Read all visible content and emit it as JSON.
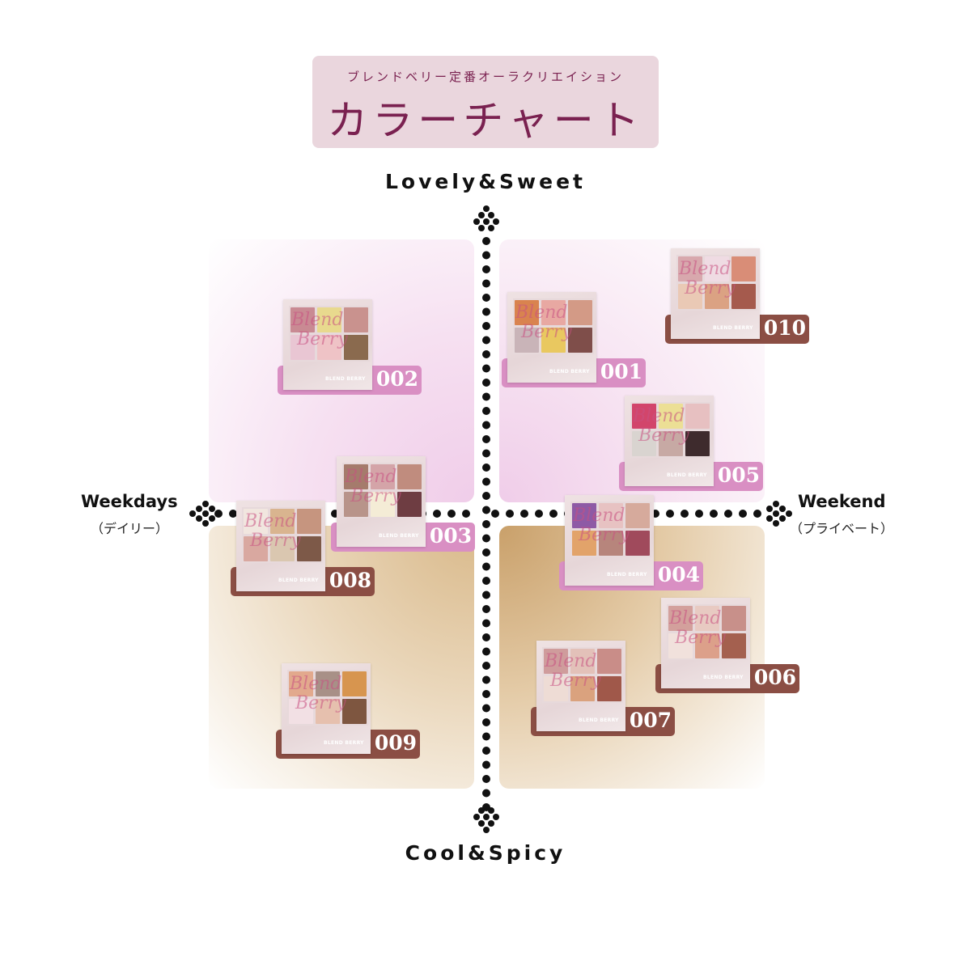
{
  "header": {
    "subtitle": "ブレンドベリー定番オーラクリエイション",
    "title": "カラーチャート"
  },
  "axes": {
    "top": "Lovely&Sweet",
    "bottom": "Cool&Spicy",
    "left": "Weekdays",
    "left_sub": "（デイリー）",
    "right": "Weekend",
    "right_sub": "（プライベート）"
  },
  "brand": "BLEND BERRY",
  "script_text": [
    "Blend",
    "Berry"
  ],
  "colors": {
    "tag_pink": "#d98fc3",
    "tag_brown": "#8b4e44",
    "title_text": "#7a2150",
    "title_bg": "#ead6dd"
  },
  "palettes": [
    {
      "code": "002",
      "tag": "pink",
      "swatches": [
        "#c98a93",
        "#e8d98e",
        "#c9928e",
        "#e9c6d3",
        "#efc3c6",
        "#8a6a4e"
      ]
    },
    {
      "code": "001",
      "tag": "pink",
      "swatches": [
        "#d9834f",
        "#e8a8a2",
        "#d39a86",
        "#c9b4b8",
        "#e9c860",
        "#7f4e4a"
      ]
    },
    {
      "code": "010",
      "tag": "brown",
      "swatches": [
        "#d8a8ad",
        "#efdbe3",
        "#d98d77",
        "#eac9b5",
        "#dba283",
        "#a55a4d"
      ]
    },
    {
      "code": "005",
      "tag": "pink",
      "swatches": [
        "#d2456b",
        "#ecdf95",
        "#e7c0c1",
        "#d9d4d0",
        "#c7a9a4",
        "#3e2b2d"
      ]
    },
    {
      "code": "003",
      "tag": "pink",
      "swatches": [
        "#a57b6c",
        "#d4a4a8",
        "#c08c7e",
        "#b8948a",
        "#f4ecd6",
        "#6e3d42"
      ]
    },
    {
      "code": "008",
      "tag": "brown",
      "swatches": [
        "#f1e6df",
        "#d9b48f",
        "#c6957f",
        "#d9a8a0",
        "#dac7b0",
        "#7d5948"
      ]
    },
    {
      "code": "004",
      "tag": "pink",
      "swatches": [
        "#8e5aa5",
        "#e7c2c2",
        "#d6aa9c",
        "#e2a36a",
        "#b7857c",
        "#a04a5c"
      ]
    },
    {
      "code": "006",
      "tag": "brown",
      "swatches": [
        "#d3a09c",
        "#e8cac2",
        "#c8908a",
        "#f1e1dc",
        "#dca08a",
        "#a4604f"
      ]
    },
    {
      "code": "007",
      "tag": "brown",
      "swatches": [
        "#cf9c9c",
        "#e3c1b9",
        "#c98d88",
        "#eedcd5",
        "#daa27e",
        "#a0584a"
      ]
    },
    {
      "code": "009",
      "tag": "brown",
      "swatches": [
        "#e2a98d",
        "#a89087",
        "#d7954f",
        "#f2e0e4",
        "#e6c0ae",
        "#7e5640"
      ]
    }
  ]
}
